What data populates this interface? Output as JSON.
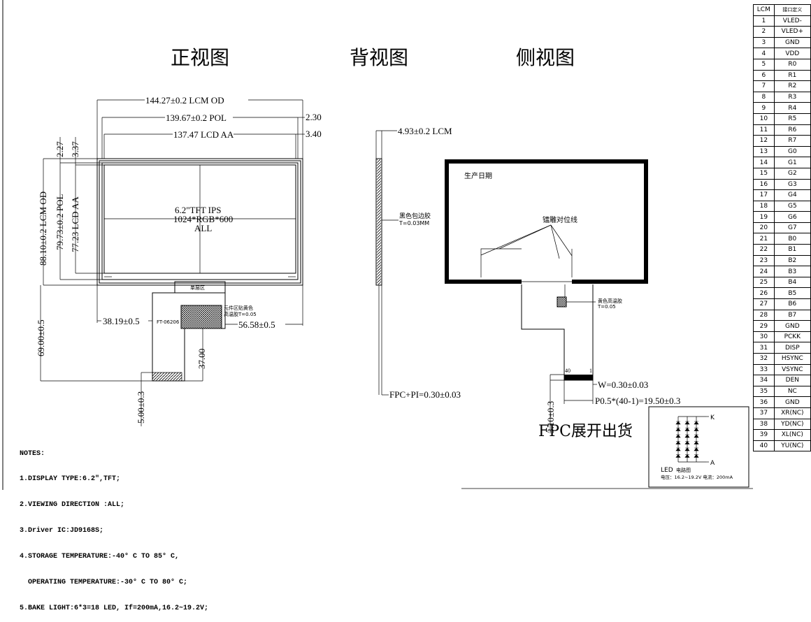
{
  "headings": {
    "front": "正视图",
    "back": "背视图",
    "side": "侧视图",
    "fpc": "FPC展开出货"
  },
  "front_view": {
    "lcm_od": "144.27±0.2 LCM OD",
    "pol": "139.67±0.2 POL",
    "lcd_aa": "137.47 LCD AA",
    "right_230": "2.30",
    "right_340": "3.40",
    "top_227": "2.27",
    "top_337": "3.37",
    "v_lcm_od": "88.10±0.2 LCM OD",
    "v_pol": "79.73±0.2 POL",
    "v_lcd_aa": "77.23 LCD AA",
    "center_line1": "6.2\"TFT IPS",
    "center_line2": "1024*RGB*600",
    "center_line3": "ALL",
    "single_layer": "单层区",
    "fpc_code": "FT-06206",
    "note_comp1": "元件区贴黄色",
    "note_comp2": "高温胶T=0.05",
    "left_3819": "38.19±0.5",
    "right_5658": "56.58±0.5",
    "v_6900": "69.00±0.5",
    "v_3700": "37.00",
    "v_500": "5.00±0.3"
  },
  "back_view": {
    "thickness": "4.93±0.2 LCM",
    "black_tape1": "黑色包边胶",
    "black_tape2": "T=0.03MM",
    "fpc_pi": "FPC+PI=0.30±0.03"
  },
  "side_view": {
    "date": "生产日期",
    "align_lines": "镭雕对位线",
    "yellow_tape1": "黄色高温胶",
    "yellow_tape2": "T=0.05",
    "pin40": "40",
    "pin1": "1",
    "w": "W=0.30±0.03",
    "pitch": "P0.5*(40-1)=19.50±0.3",
    "v_310": "3.10±0.3"
  },
  "led": {
    "k": "K",
    "a": "A",
    "title": "LED",
    "subtitle": "电路图",
    "spec": "电压：16.2~19.2V 电流：200mA"
  },
  "pin_table": {
    "header_lcm": "LCM",
    "header_def": "接口定义",
    "pins": [
      [
        "1",
        "VLED-"
      ],
      [
        "2",
        "VLED+"
      ],
      [
        "3",
        "GND"
      ],
      [
        "4",
        "VDD"
      ],
      [
        "5",
        "R0"
      ],
      [
        "6",
        "R1"
      ],
      [
        "7",
        "R2"
      ],
      [
        "8",
        "R3"
      ],
      [
        "9",
        "R4"
      ],
      [
        "10",
        "R5"
      ],
      [
        "11",
        "R6"
      ],
      [
        "12",
        "R7"
      ],
      [
        "13",
        "G0"
      ],
      [
        "14",
        "G1"
      ],
      [
        "15",
        "G2"
      ],
      [
        "16",
        "G3"
      ],
      [
        "17",
        "G4"
      ],
      [
        "18",
        "G5"
      ],
      [
        "19",
        "G6"
      ],
      [
        "20",
        "G7"
      ],
      [
        "21",
        "B0"
      ],
      [
        "22",
        "B1"
      ],
      [
        "23",
        "B2"
      ],
      [
        "24",
        "B3"
      ],
      [
        "25",
        "B4"
      ],
      [
        "26",
        "B5"
      ],
      [
        "27",
        "B6"
      ],
      [
        "28",
        "B7"
      ],
      [
        "29",
        "GND"
      ],
      [
        "30",
        "PCKK"
      ],
      [
        "31",
        "DISP"
      ],
      [
        "32",
        "HSYNC"
      ],
      [
        "33",
        "VSYNC"
      ],
      [
        "34",
        "DEN"
      ],
      [
        "35",
        "NC"
      ],
      [
        "36",
        "GND"
      ],
      [
        "37",
        "XR(NC)"
      ],
      [
        "38",
        "YD(NC)"
      ],
      [
        "39",
        "XL(NC)"
      ],
      [
        "40",
        "YU(NC)"
      ]
    ]
  },
  "notes": {
    "title": "NOTES:",
    "items": [
      "1.DISPLAY TYPE:6.2\",TFT;",
      "2.VIEWING DIRECTION :ALL;",
      "3.Driver IC:JD9168S;",
      "4.STORAGE TEMPERATURE:-40° C TO 85° C,",
      "  OPERATING TEMPERATURE:-30° C TO 80° C;",
      "5.BAKE LIGHT:6*3=18 LED, If=200mA,16.2~19.2V;"
    ]
  }
}
